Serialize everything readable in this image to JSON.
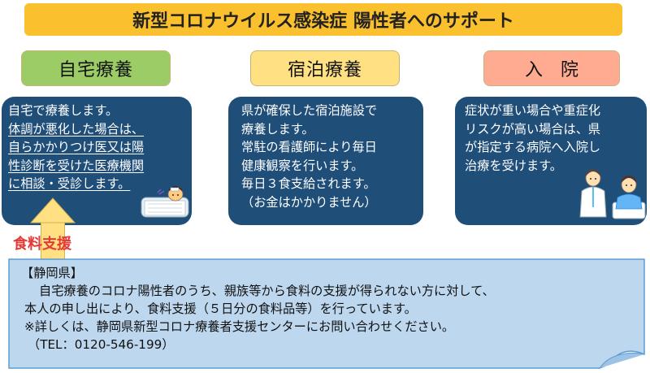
{
  "title": "新型コロナウイルス感染症 陽性者へのサポート",
  "categories": {
    "home": "自宅療養",
    "hotel": "宿泊療養",
    "hospital": "入院"
  },
  "cards": {
    "home": [
      "自宅で療養します。",
      "体調が悪化した場合は、",
      "自らかかりつけ医又は陽",
      "性診断を受けた医療機関",
      "に相談・受診します。"
    ],
    "hotel": [
      "県が確保した宿泊施設で",
      "療養します。",
      "常駐の看護師により毎日",
      "健康観察を行います。",
      "毎日３食支給されます。",
      "（お金はかかりません）"
    ],
    "hospital": [
      "症状が重い場合や重症化",
      "リスクが高い場合は、県",
      "が指定する病院へ入院し",
      "治療を受けます。"
    ]
  },
  "support_label": "食料支援",
  "notice": {
    "heading": "【静岡県】",
    "line1": "自宅療養のコロナ陽性者のうち、親族等から食料の支援が得られない方に対して、",
    "line2": "本人の申し出により、食料支援（５日分の食料品等）を行っています。",
    "line3": "※詳しくは、静岡県新型コロナ療養者支援センターにお問い合わせください。",
    "line4": "（TEL：0120-546-199）"
  },
  "colors": {
    "title_bg": "#fbc02d",
    "home_bg": "#9ccc65",
    "hotel_bg": "#ffe082",
    "hospital_bg": "#ffab91",
    "card_bg": "#1f4e79",
    "notice_bg": "#bdd7ee",
    "support_text": "#e53935"
  },
  "icons": [
    "sick-in-bed-icon",
    "doctor-and-patient-icon",
    "up-arrow-icon"
  ]
}
